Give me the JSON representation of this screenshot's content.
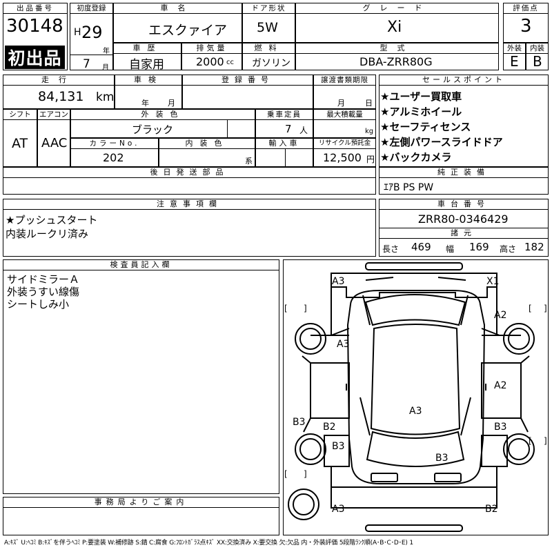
{
  "header": {
    "lot_label": "出品番号",
    "lot_number": "30148",
    "first_listing": "初出品",
    "first_reg_label": "初度登録",
    "era": "H",
    "year": "29",
    "year_unit": "年",
    "month": "7",
    "month_unit": "月",
    "car_name_label": "車名",
    "car_name": "エスクァイア",
    "door_label": "ドア形状",
    "door": "5W",
    "grade_label": "グレード",
    "grade": "Xi",
    "score_label": "評価点",
    "score": "3",
    "history_label": "車歴",
    "history": "自家用",
    "displacement_label": "排気量",
    "displacement": "2000",
    "displacement_unit": "cc",
    "fuel_label": "燃料",
    "fuel": "ガソリン",
    "model_label": "型式",
    "model": "DBA-ZRR80G",
    "exterior_label": "外装",
    "exterior": "E",
    "interior_label": "内装",
    "interior": "B"
  },
  "details": {
    "mileage_label": "走行",
    "mileage": "84,131",
    "mileage_unit": "km",
    "inspection_label": "車検",
    "inspection_year_unit": "年",
    "inspection_month_unit": "月",
    "reg_no_label": "登録番号",
    "transfer_label": "譲渡書類期限",
    "transfer_month_unit": "月",
    "transfer_day_unit": "日",
    "shift_label": "シフト",
    "shift": "AT",
    "aircon_label": "エアコン",
    "aircon": "AAC",
    "color_label": "外装色",
    "color": "ブラック",
    "capacity_label": "乗車定員",
    "capacity": "7",
    "capacity_unit": "人",
    "load_label": "最大積載量",
    "load_unit": "kg",
    "color_no_label": "カラーNo.",
    "color_no": "202",
    "int_color_label": "内装色",
    "int_color_unit": "系",
    "import_label": "輸入車",
    "recycle_label": "リサイクル預託金",
    "recycle": "12,500",
    "recycle_unit": "円",
    "later_parts_label": "後日発送部品"
  },
  "sales_points": {
    "label": "セールスポイント",
    "items": [
      "★ユーザー買取車",
      "★アルミホイール",
      "★セーフティセンス",
      "★左側パワースライドドア",
      "★バックカメラ"
    ]
  },
  "equipment": {
    "label": "純正装備",
    "value": "ｴｱB PS PW"
  },
  "notes": {
    "label": "注意事項欄",
    "lines": [
      "★プッシュスタート",
      "内装ルークリ済み"
    ]
  },
  "chassis": {
    "label": "車台番号",
    "value": "ZRR80-0346429",
    "spec_label": "諸元",
    "length_label": "長さ",
    "length": "469",
    "width_label": "幅",
    "width": "169",
    "height_label": "高さ",
    "height": "182"
  },
  "inspector": {
    "label": "検査員記入欄",
    "lines": [
      "サイドミラーＡ",
      "外装うすい線傷",
      "シートしみ小"
    ]
  },
  "office": {
    "label": "事務局よりご案内"
  },
  "damage_marks": {
    "front_left": "A3",
    "front_right": "X1",
    "right_front_fender": "A2",
    "hood": "A3",
    "right_front_door": "A2",
    "roof": "A3",
    "left_rocker": "B3",
    "left_rear_door": "B2",
    "right_rocker": "B3",
    "left_quarter": "B3",
    "rear_hatch": "B3",
    "rear_left": "A3",
    "rear_right": "B2",
    "bracket_open": "[",
    "bracket_close": "]"
  },
  "legend": "A:ｷｽﾞ U:ﾍｺﾐ B:ｷｽﾞを伴うﾍｺﾐ P:要塗装 W:補修跡 S:錆 C:腐食 G:ﾌﾛﾝﾄｶﾞﾗｽ点ｷｽﾞ XX:交換済み X:要交換 欠:欠品 内・外装評価 5段階ﾗﾝｸ順(A･B･C･D･E) 1"
}
